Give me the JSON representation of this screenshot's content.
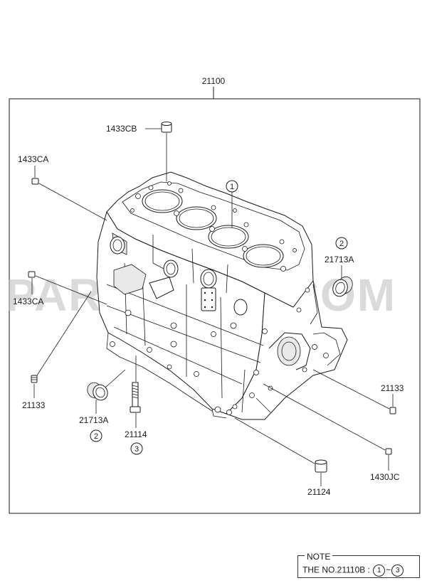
{
  "watermark": "PARTSOUQ.COM",
  "assembly_label": "21100",
  "parts": {
    "p1433CB": "1433CB",
    "p1433CA_top": "1433CA",
    "p1433CA_left": "1433CA",
    "p21713A_right": "21713A",
    "p21713A_left": "21713A",
    "p21133_left": "21133",
    "p21133_right": "21133",
    "p21114": "21114",
    "p1430JC": "1430JC",
    "p21124": "21124"
  },
  "callouts": {
    "c1": "1",
    "c2_right": "2",
    "c2_left": "2",
    "c3": "3"
  },
  "note": {
    "title": "NOTE",
    "prefix": "THE NO.21110B :",
    "from": "1",
    "sep": "~",
    "to": "3"
  }
}
